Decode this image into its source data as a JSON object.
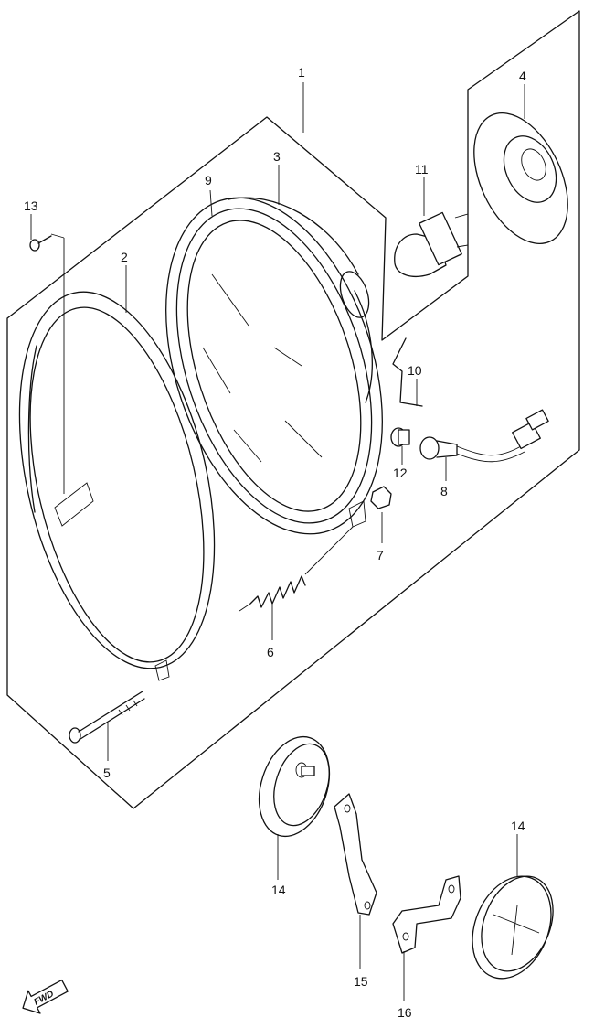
{
  "callouts": [
    {
      "id": "1",
      "label": "1"
    },
    {
      "id": "2",
      "label": "2"
    },
    {
      "id": "3",
      "label": "3"
    },
    {
      "id": "4",
      "label": "4"
    },
    {
      "id": "5",
      "label": "5"
    },
    {
      "id": "6",
      "label": "6"
    },
    {
      "id": "7",
      "label": "7"
    },
    {
      "id": "8",
      "label": "8"
    },
    {
      "id": "9",
      "label": "9"
    },
    {
      "id": "10",
      "label": "10"
    },
    {
      "id": "11",
      "label": "11"
    },
    {
      "id": "12",
      "label": "12"
    },
    {
      "id": "13",
      "label": "13"
    },
    {
      "id": "14a",
      "label": "14"
    },
    {
      "id": "14b",
      "label": "14"
    },
    {
      "id": "15",
      "label": "15"
    },
    {
      "id": "16",
      "label": "16"
    }
  ],
  "fwd_label": "FWD"
}
